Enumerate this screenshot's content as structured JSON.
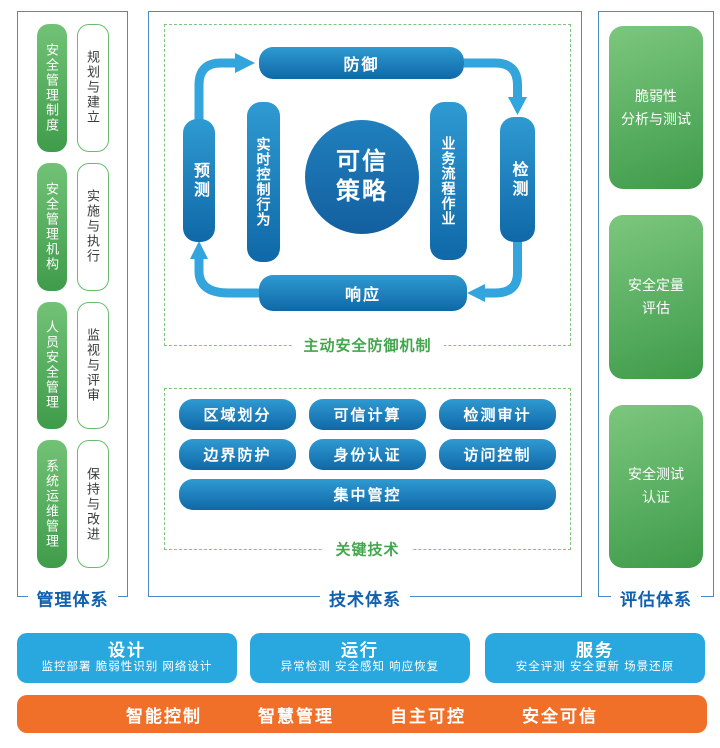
{
  "colors": {
    "panel_border": "#4c89c6",
    "panel_label_blue": "#1060ad",
    "dashed_border_green": "#7fc383",
    "section_label_green": "#43a64d",
    "pill_blue_top": "#2f9ad2",
    "pill_blue_bottom": "#0f68a7",
    "green_top": "#72c276",
    "green_bottom": "#3f9c4b",
    "arrow_blue": "#33a5dc",
    "card_cyan": "#29a8e0",
    "banner_orange": "#f0702a"
  },
  "management_panel": {
    "label": "管理体系",
    "rows": [
      {
        "pill": "安全管理制度",
        "box": "规划与建立"
      },
      {
        "pill": "安全管理机构",
        "box": "实施与执行"
      },
      {
        "pill": "人员安全管理",
        "box": "监视与评审"
      },
      {
        "pill": "系统运维管理",
        "box": "保持与改进"
      }
    ]
  },
  "technology_panel": {
    "label": "技术体系",
    "defense_cycle": {
      "label": "主动安全防御机制",
      "top": "防御",
      "right": "检测",
      "bottom": "响应",
      "left": "预测",
      "inner_left": "实时控制行为",
      "inner_right": "业务流程作业",
      "center_line1": "可信",
      "center_line2": "策略"
    },
    "key_tech": {
      "label": "关键技术",
      "buttons": [
        "区域划分",
        "可信计算",
        "检测审计",
        "边界防护",
        "身份认证",
        "访问控制"
      ],
      "wide_button": "集中管控"
    }
  },
  "evaluation_panel": {
    "label": "评估体系",
    "boxes": [
      {
        "line1": "脆弱性",
        "line2": "分析与测试"
      },
      {
        "line1": "安全定量",
        "line2": "评估"
      },
      {
        "line1": "安全测试",
        "line2": "认证"
      }
    ]
  },
  "bottom_cards": [
    {
      "title": "设计",
      "subtitle": "监控部署 脆弱性识别 网络设计"
    },
    {
      "title": "运行",
      "subtitle": "异常检测 安全感知 响应恢复"
    },
    {
      "title": "服务",
      "subtitle": "安全评测 安全更新 场景还原"
    }
  ],
  "banner": {
    "items": [
      "智能控制",
      "智慧管理",
      "自主可控",
      "安全可信"
    ]
  }
}
